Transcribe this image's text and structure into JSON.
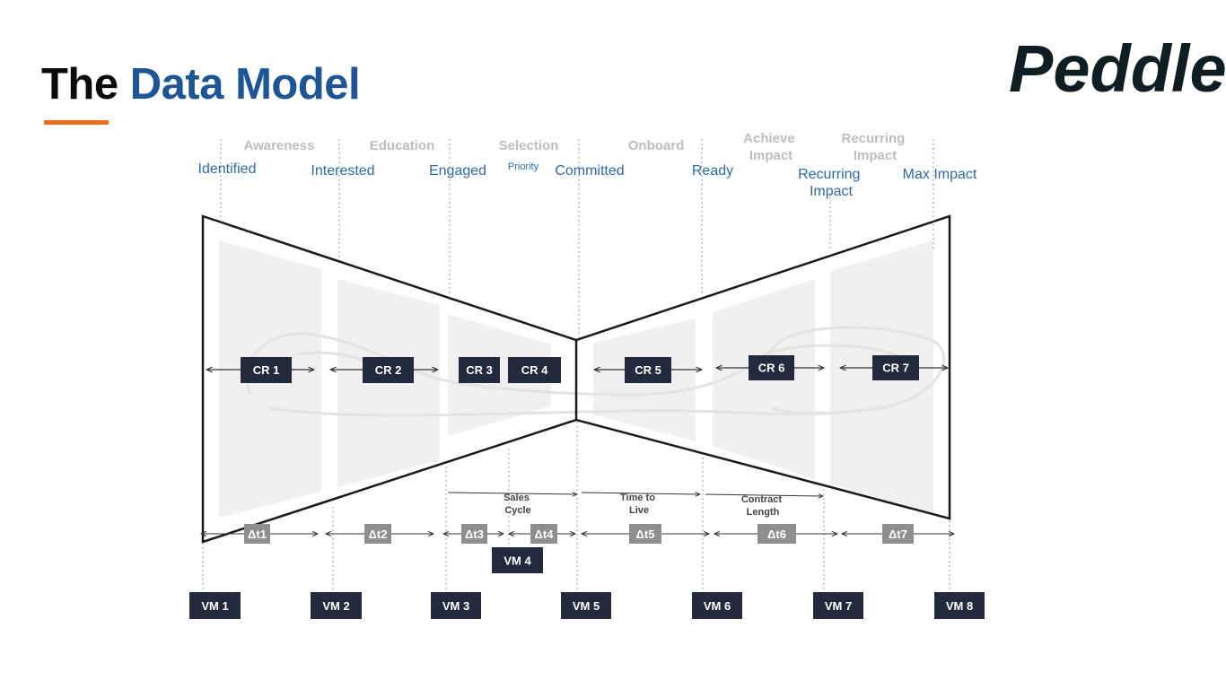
{
  "title": {
    "part1": "The",
    "part2": "Data Model"
  },
  "logo": {
    "text": "Peddle"
  },
  "stages": [
    "Awareness",
    "Education",
    "Selection",
    "Onboard",
    "Achieve Impact",
    "Recurring Impact"
  ],
  "states": [
    "Identified",
    "Interested",
    "Engaged",
    "Priority",
    "Committed",
    "Ready",
    "Recurring Impact",
    "Max Impact"
  ],
  "conversion_rates": [
    "CR 1",
    "CR 2",
    "CR 3",
    "CR 4",
    "CR 5",
    "CR 6",
    "CR 7"
  ],
  "time_deltas": [
    "Δt1",
    "Δt2",
    "Δt3",
    "Δt4",
    "Δt5",
    "Δt6",
    "Δt7"
  ],
  "velocity_markers": [
    "VM 1",
    "VM 2",
    "VM 3",
    "VM 4",
    "VM 5",
    "VM 6",
    "VM 7",
    "VM 8"
  ],
  "intervals": [
    "Sales Cycle",
    "Time to Live",
    "Contract Length"
  ],
  "colors": {
    "title_dark": "#0a0a0a",
    "title_blue": "#1e5596",
    "accent_orange": "#f26a1b",
    "stage_gray": "#bdbdbd",
    "state_blue": "#2a6aac",
    "box_navy": "#242a3d",
    "delta_gray": "#8e8e8e",
    "panel_gray": "#f0f0f0"
  }
}
